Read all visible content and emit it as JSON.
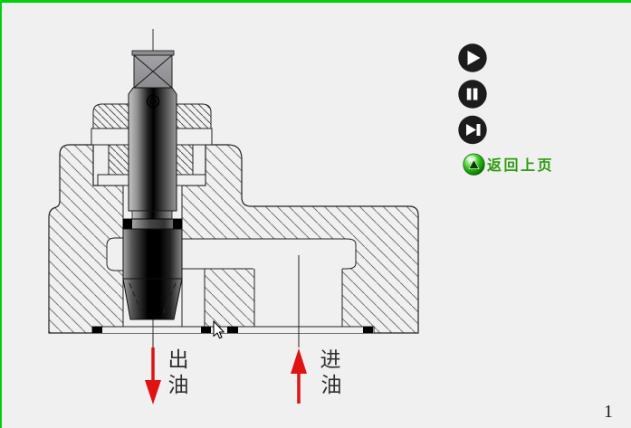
{
  "page": {
    "background": "#f0f0f0",
    "border_color": "#00d00c",
    "page_number": "1"
  },
  "controls": {
    "button_color": "#1c1c1c",
    "play_icon": "play-icon",
    "pause_icon": "pause-icon",
    "next_icon": "skip-next-icon",
    "back_icon": "up-arrow-sphere-icon",
    "back_label": "返回上页",
    "back_color": "#2e9b10"
  },
  "diagram": {
    "arrow_color": "#e01212",
    "outlet_char_top": "出",
    "outlet_char_bottom": "油",
    "inlet_char_top": "进",
    "inlet_char_bottom": "油"
  }
}
